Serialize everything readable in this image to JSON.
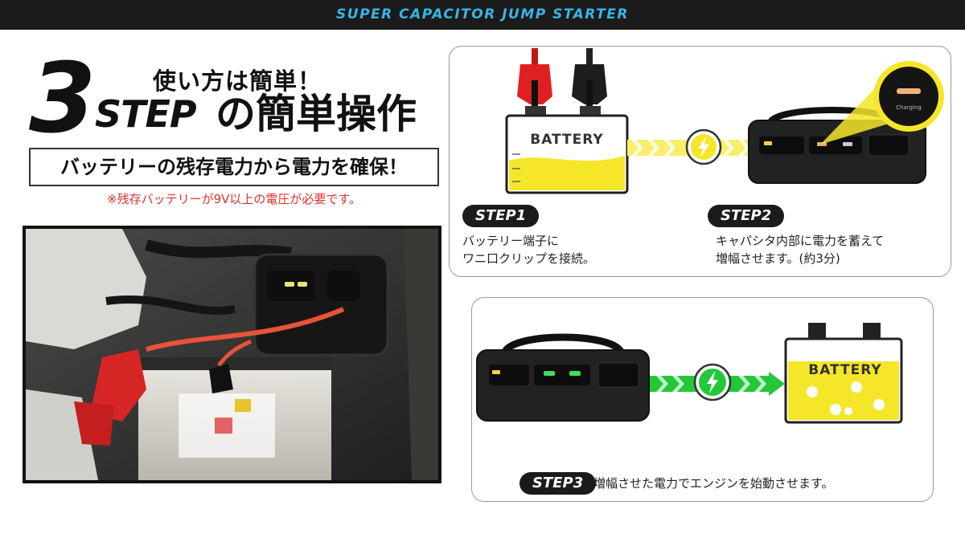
{
  "header": {
    "title": "SUPER CAPACITOR JUMP STARTER"
  },
  "headline": {
    "lead": "使い方は簡単！",
    "big_number": "3",
    "step_word": "STEP",
    "suffix": "の簡単操作"
  },
  "subtitle": "バッテリーの残存電力から電力を確保！",
  "note": "※残存バッテリーが9V以上の電圧が必要です。",
  "steps": [
    {
      "badge": "STEP1",
      "line1": "バッテリー端子に",
      "line2": "ワニ口クリップを接続。"
    },
    {
      "badge": "STEP2",
      "line1": "キャパシタ内部に電力を蓄えて",
      "line2": "増幅させます。(約3分)"
    },
    {
      "badge": "STEP3",
      "line1": "増幅させた電力でエンジンを始動させます。"
    }
  ],
  "battery_label": "BATTERY",
  "charging_label": "Charging",
  "icons": {
    "bolt": "lightning-bolt-icon",
    "arrow": "chevron-arrow-icon"
  },
  "colors": {
    "header_bg": "#1b1b1b",
    "header_text": "#3ab4e6",
    "accent_yellow": "#f5e62a",
    "accent_green": "#22c83a",
    "note_red": "#e0302d",
    "clip_red": "#e02020"
  }
}
